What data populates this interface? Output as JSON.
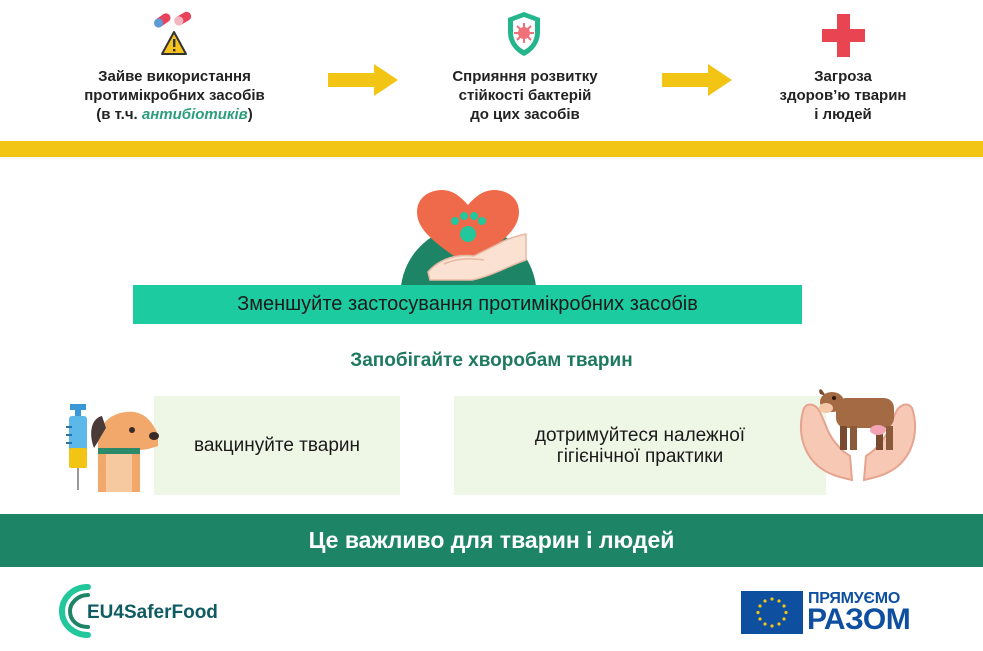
{
  "steps": [
    {
      "icon": "pills-warning-icon",
      "lines": [
        "Зайве використання",
        "протимікробних засобів"
      ],
      "line3_prefix": "(в т.ч. ",
      "line3_emphasis": "антибіотиків",
      "line3_suffix": ")"
    },
    {
      "icon": "virus-shield-icon",
      "lines": [
        "Сприяння розвитку",
        "стійкості бактерій",
        "до цих засобів"
      ]
    },
    {
      "icon": "medical-cross-icon",
      "lines": [
        "Загроза",
        "здоров’ю тварин",
        "і людей"
      ]
    }
  ],
  "main_message": "Зменшуйте застосування протимікробних засобів",
  "subheading": "Запобігайте хворобам тварин",
  "tips": [
    {
      "icon": "dog-vaccine-icon",
      "lines": [
        "вакцинуйте тварин"
      ]
    },
    {
      "icon": "cow-hands-icon",
      "lines": [
        "дотримуйтеся належної",
        "гігієнічної практики"
      ]
    }
  ],
  "footer_message": "Це важливо для тварин і людей",
  "logos": {
    "left": "EU4SaferFood",
    "right_line1": "ПРЯМУЄМО",
    "right_line2": "РАЗОМ"
  },
  "colors": {
    "yellow": "#f2c413",
    "mint": "#1ccba0",
    "dark_green": "#1d8566",
    "card_bg": "#eef7e6",
    "eu_blue": "#0e4fa0"
  }
}
